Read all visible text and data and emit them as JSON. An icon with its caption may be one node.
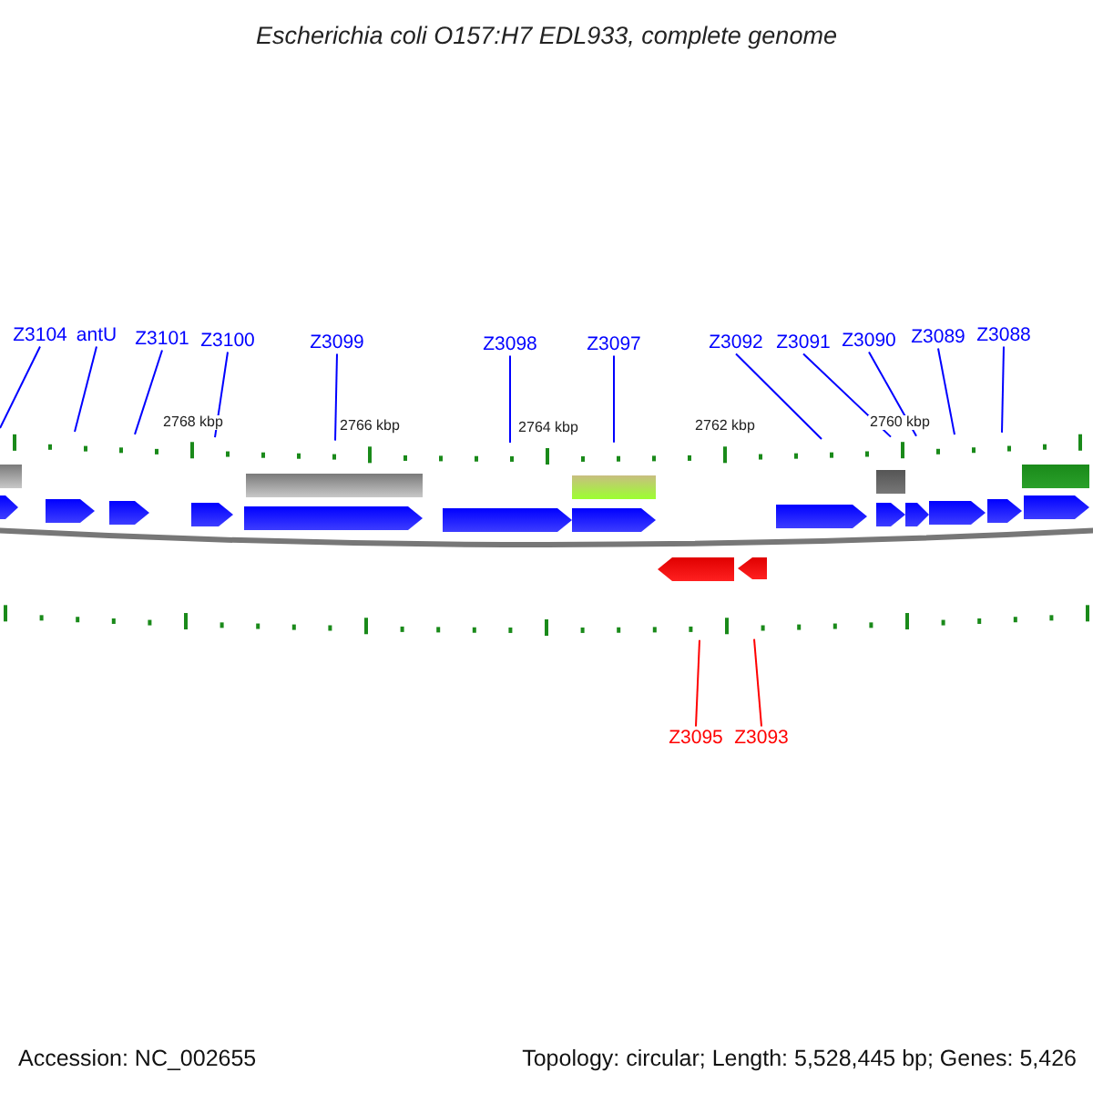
{
  "diagram": {
    "title": "Escherichia coli O157:H7 EDL933, complete genome",
    "nodes": [
      {
        "text": [
          "Z3104"
        ]
      },
      {
        "text": [
          "antU"
        ]
      },
      {
        "text": [
          "Z3101"
        ]
      },
      {
        "text": [
          "Z3100"
        ]
      },
      {
        "text": [
          "Z3099"
        ]
      },
      {
        "text": [
          "Z3098"
        ]
      },
      {
        "text": [
          "Z3097"
        ]
      },
      {
        "text": [
          "Z3092"
        ]
      },
      {
        "text": [
          "Z3091"
        ]
      },
      {
        "text": [
          "Z3090"
        ]
      },
      {
        "text": [
          "Z3089"
        ]
      },
      {
        "text": [
          "Z3088"
        ]
      },
      {
        "text": [
          "Z3095"
        ]
      },
      {
        "text": [
          "Z3093"
        ]
      },
      {
        "text": [],
        "shape": "bar"
      },
      {
        "text": [],
        "shape": "bar"
      }
    ],
    "edges": [
      {
        "from": 0,
        "to": 14,
        "arrow": "none"
      },
      {
        "from": 1,
        "to": 14,
        "arrow": "none"
      },
      {
        "from": 2,
        "to": 14,
        "arrow": "none"
      },
      {
        "from": 3,
        "to": 14,
        "arrow": "none"
      },
      {
        "from": 4,
        "to": 14,
        "arrow": "none"
      },
      {
        "from": 5,
        "to": 14,
        "arrow": "none"
      },
      {
        "from": 6,
        "to": 14,
        "arrow": "none"
      },
      {
        "from": 7,
        "to": 14,
        "arrow": "none"
      },
      {
        "from": 8,
        "to": 14,
        "arrow": "none"
      },
      {
        "from": 9,
        "to": 14,
        "arrow": "none"
      },
      {
        "from": 10,
        "to": 14,
        "arrow": "none"
      },
      {
        "from": 11,
        "to": 14,
        "arrow": "none"
      },
      {
        "from": 12,
        "to": 15,
        "arrow": "none",
        "color": "#ff0000"
      },
      {
        "from": 13,
        "to": 15,
        "arrow": "none",
        "color": "#ff0000"
      }
    ],
    "labels": [
      "2768 kbp",
      "2766 kbp",
      "2764 kbp",
      "2762 kbp",
      "2760 kbp",
      "Accession: NC_002655",
      "Topology: circular; Length: 5,528,445 bp; Genes: 5,426"
    ]
  }
}
